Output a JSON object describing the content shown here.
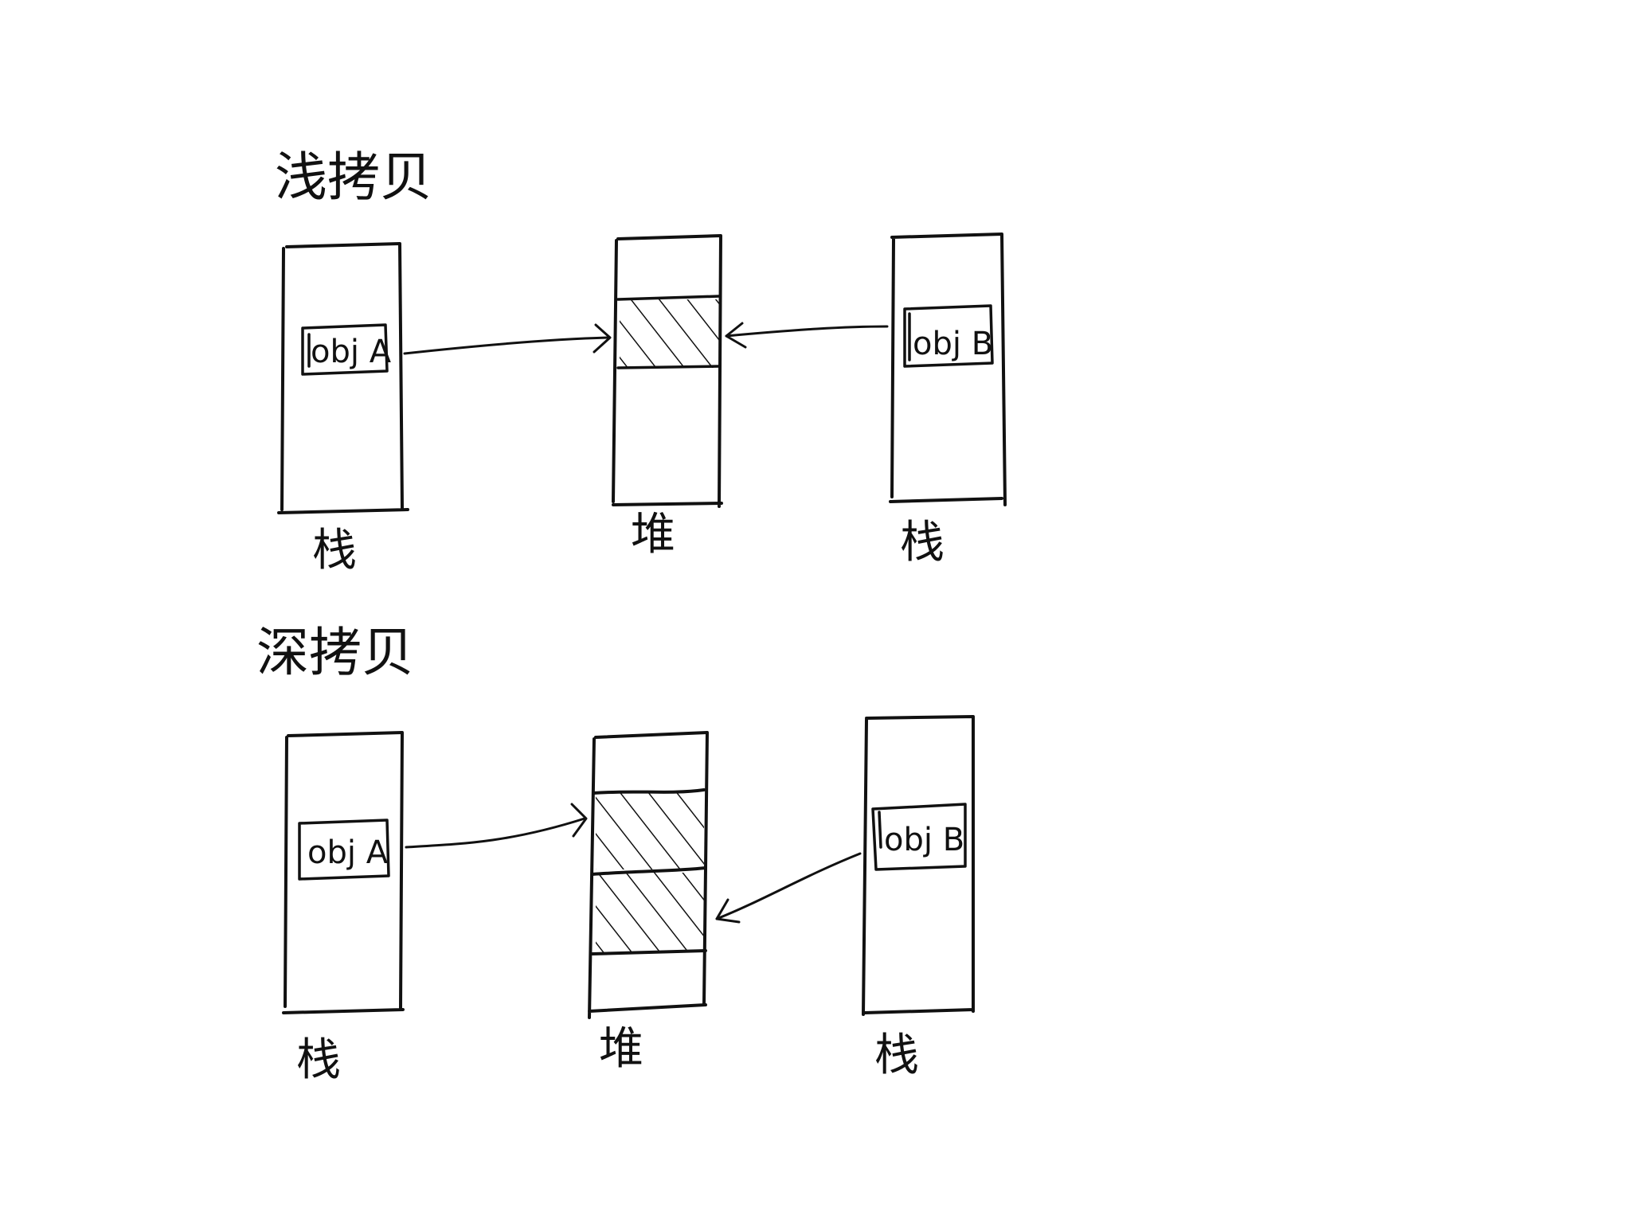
{
  "colors": {
    "background": "#ffffff",
    "ink": "#111111"
  },
  "shallow_copy": {
    "title": "浅拷贝",
    "stack_a_label": "栈",
    "heap_label": "堆",
    "stack_b_label": "栈",
    "obj_a": "obj A",
    "obj_b": "obj B"
  },
  "deep_copy": {
    "title": "深拷贝",
    "stack_a_label": "栈",
    "heap_label": "堆",
    "stack_b_label": "栈",
    "obj_a": "obj A",
    "obj_b": "obj B"
  }
}
